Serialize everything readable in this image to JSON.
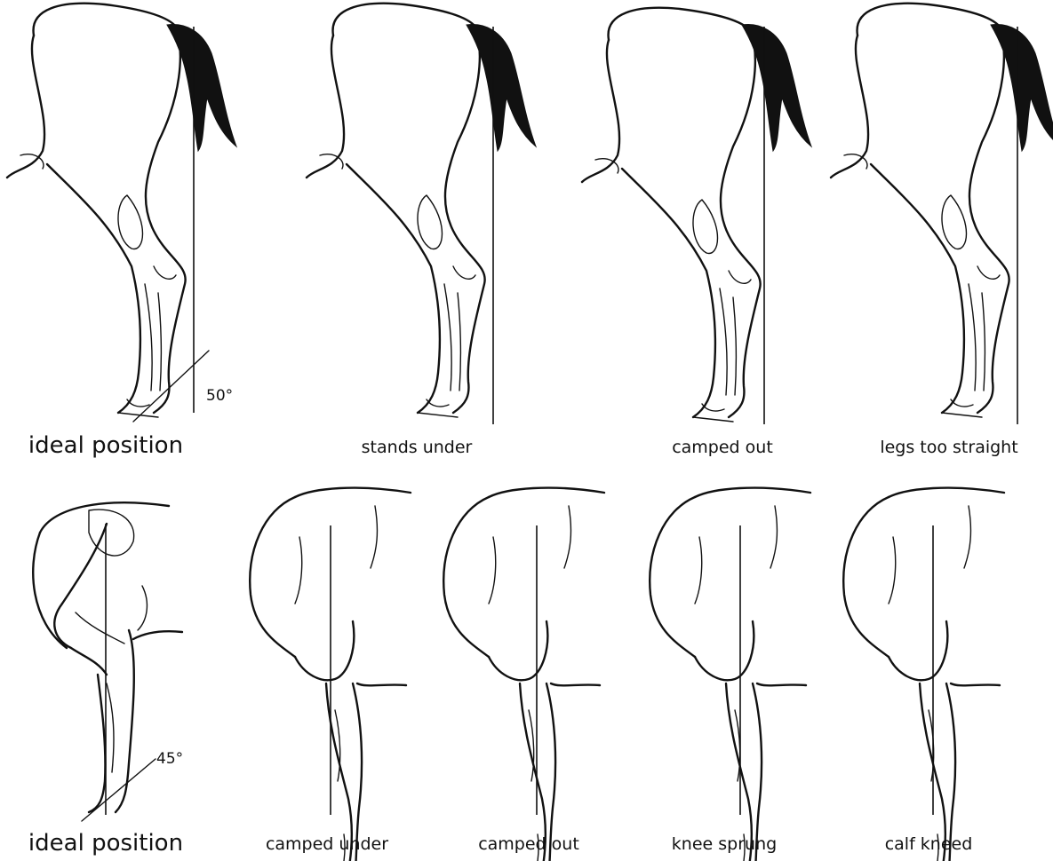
{
  "figure": {
    "hind_row": {
      "labels": [
        "ideal position",
        "stands under",
        "camped out",
        "legs too straight"
      ],
      "angle_label": "50°"
    },
    "fore_row": {
      "labels": [
        "ideal position",
        "camped under",
        "camped out",
        "knee sprung",
        "calf kneed"
      ],
      "angle_label": "45°"
    }
  }
}
